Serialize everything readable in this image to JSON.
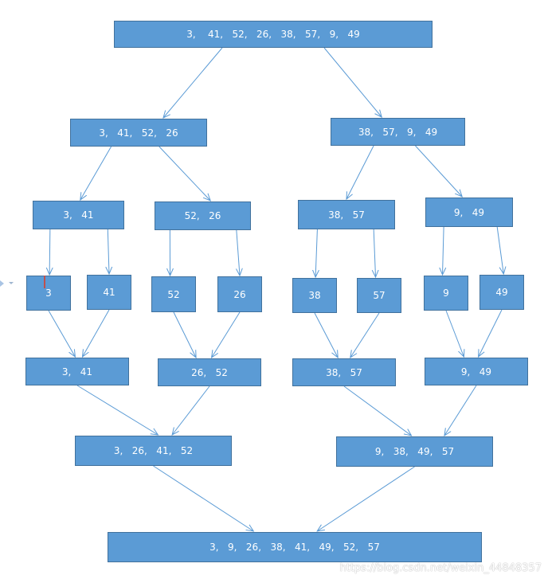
{
  "colors": {
    "box_fill": "#5b9bd5",
    "box_border": "#41719c",
    "arrow": "#5b9bd5",
    "text": "#ffffff"
  },
  "nodes": {
    "root": "3,    41,   52,   26,   38,   57,   9,   49",
    "left_half": "3,   41,   52,   26",
    "right_half": "38,   57,   9,   49",
    "ll": "3,   41",
    "lr": "52,   26",
    "rl": "38,   57",
    "rr": "9,   49",
    "leaf_3": "3",
    "leaf_41": "41",
    "leaf_52": "52",
    "leaf_26": "26",
    "leaf_38": "38",
    "leaf_57": "57",
    "leaf_9": "9",
    "leaf_49": "49",
    "m_3_41": "3,   41",
    "m_26_52": "26,   52",
    "m_38_57": "38,   57",
    "m_9_49": "9,   49",
    "m_left": "3,   26,   41,   52",
    "m_right": "9,   38,   49,   57",
    "final": "3,   9,   26,   38,   41,   49,   52,   57"
  },
  "edges": [
    [
      "root",
      "left_half"
    ],
    [
      "root",
      "right_half"
    ],
    [
      "left_half",
      "ll"
    ],
    [
      "left_half",
      "lr"
    ],
    [
      "right_half",
      "rl"
    ],
    [
      "right_half",
      "rr"
    ],
    [
      "ll",
      "leaf_3"
    ],
    [
      "ll",
      "leaf_41"
    ],
    [
      "lr",
      "leaf_52"
    ],
    [
      "lr",
      "leaf_26"
    ],
    [
      "rl",
      "leaf_38"
    ],
    [
      "rl",
      "leaf_57"
    ],
    [
      "rr",
      "leaf_9"
    ],
    [
      "rr",
      "leaf_49"
    ],
    [
      "leaf_3",
      "m_3_41"
    ],
    [
      "leaf_41",
      "m_3_41"
    ],
    [
      "leaf_52",
      "m_26_52"
    ],
    [
      "leaf_26",
      "m_26_52"
    ],
    [
      "leaf_38",
      "m_38_57"
    ],
    [
      "leaf_57",
      "m_38_57"
    ],
    [
      "leaf_9",
      "m_9_49"
    ],
    [
      "leaf_49",
      "m_9_49"
    ],
    [
      "m_3_41",
      "m_left"
    ],
    [
      "m_26_52",
      "m_left"
    ],
    [
      "m_38_57",
      "m_right"
    ],
    [
      "m_9_49",
      "m_right"
    ],
    [
      "m_left",
      "final"
    ],
    [
      "m_right",
      "final"
    ]
  ],
  "watermark": "https://blog.csdn.net/weixin_44848357"
}
